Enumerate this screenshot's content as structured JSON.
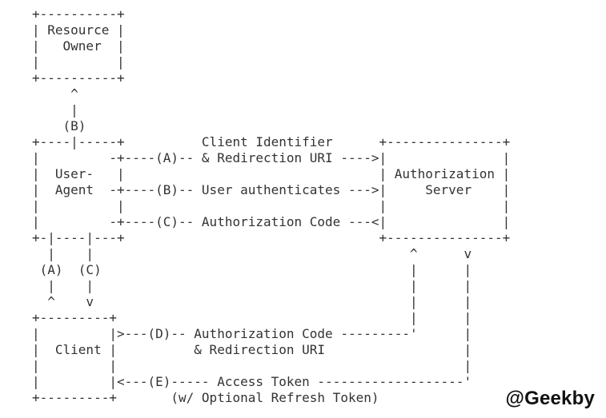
{
  "diagram": {
    "lines": [
      "+----------+",
      "| Resource |",
      "|   Owner  |",
      "|          |",
      "+----------+",
      "     ^",
      "     |",
      "    (B)",
      "+----|-----+          Client Identifier      +---------------+",
      "|         -+----(A)-- & Redirection URI ---->|               |",
      "|  User-   |                                 | Authorization |",
      "|  Agent  -+----(B)-- User authenticates --->|     Server    |",
      "|          |                                 |               |",
      "|         -+----(C)-- Authorization Code ---<|               |",
      "+-|----|---+                                 +---------------+",
      "  |    |                                         ^      v",
      " (A)  (C)                                        |      |",
      "  |    |                                         |      |",
      "  ^    v                                         |      |",
      "+---------+                                      |      |",
      "|         |>---(D)-- Authorization Code ---------'      |",
      "|  Client |          & Redirection URI                  |",
      "|         |                                             |",
      "|         |<---(E)----- Access Token -------------------'",
      "+---------+       (w/ Optional Refresh Token)"
    ]
  },
  "watermark": {
    "text": "@Geekby"
  }
}
